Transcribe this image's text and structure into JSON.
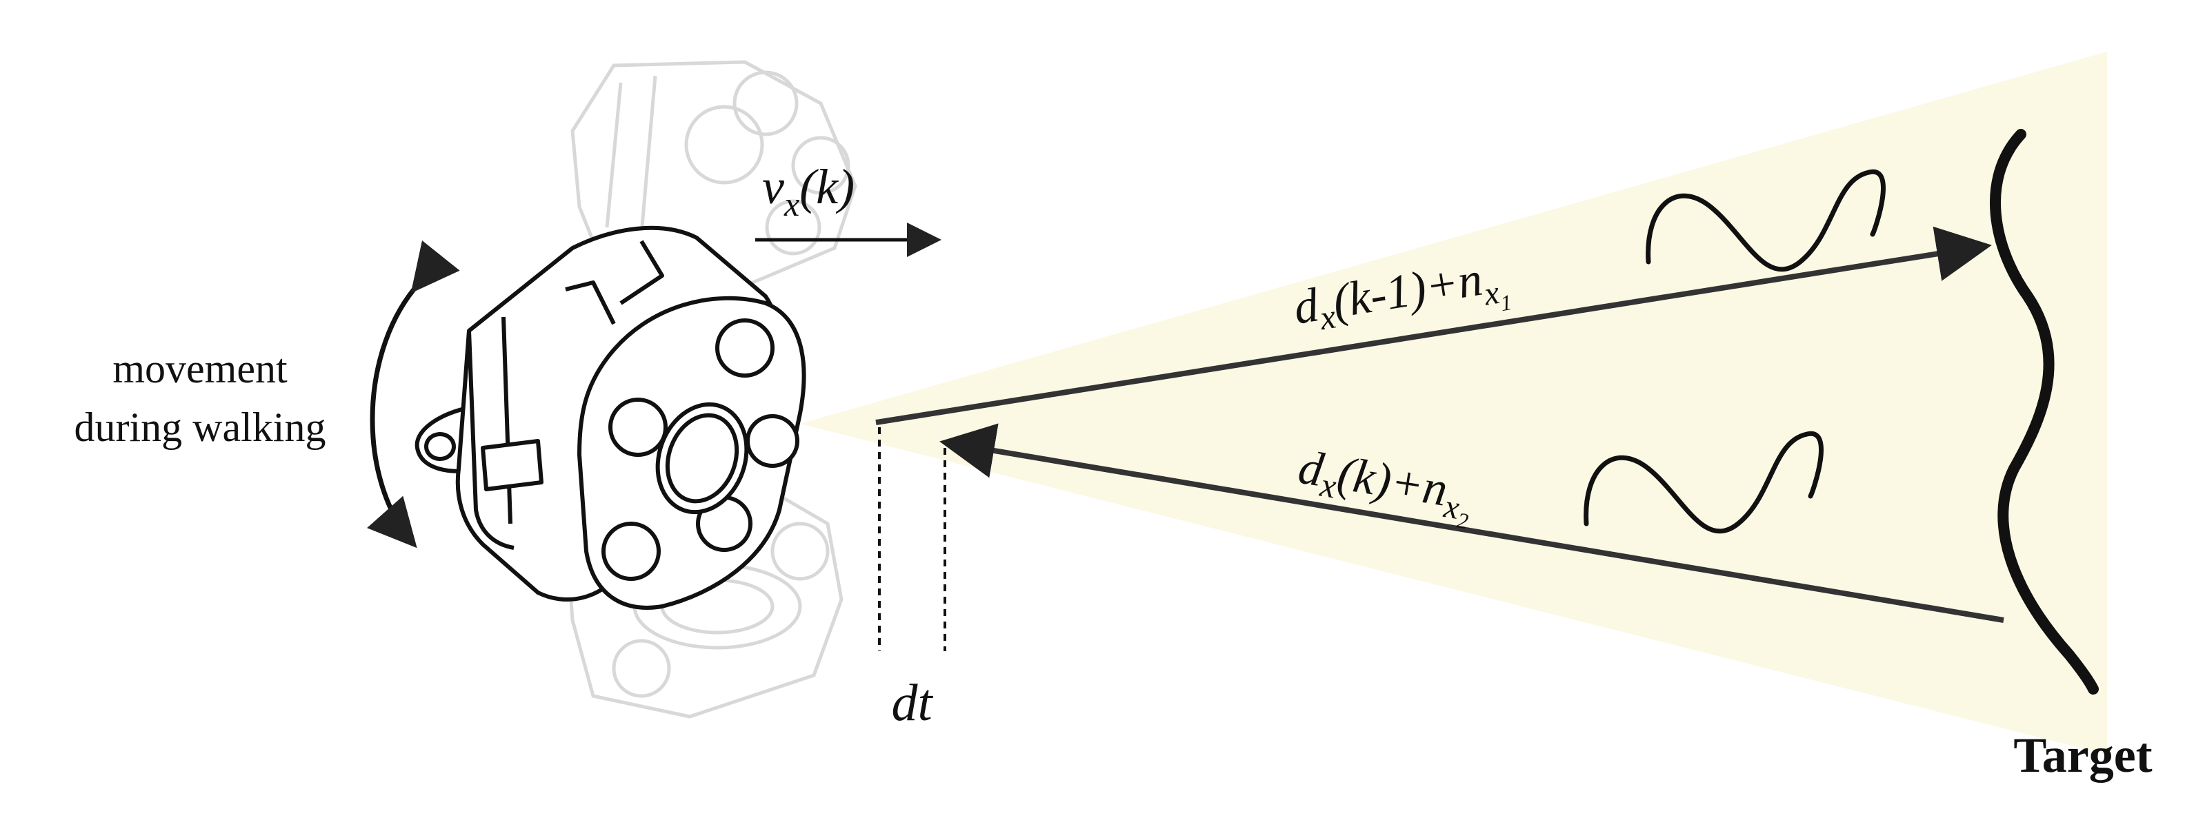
{
  "labels": {
    "movement_line1": "movement",
    "movement_line2": "during walking",
    "velocity_main": "v",
    "velocity_sub": "x",
    "velocity_arg": "(k)",
    "upper_main": "d",
    "upper_sub": "x",
    "upper_arg": "(k-1)+n",
    "upper_noise_sub": "x",
    "upper_noise_subsub": "1",
    "lower_main": "d",
    "lower_sub": "x",
    "lower_arg": "(k)+n",
    "lower_noise_sub": "x",
    "lower_noise_subsub": "2",
    "dt": "dt",
    "target": "Target"
  },
  "colors": {
    "beam_fill": "#fbf8e4",
    "ink": "#111111",
    "arrow": "#333333",
    "ghost": "#d8d8d8",
    "device_fill": "#ffffff"
  }
}
